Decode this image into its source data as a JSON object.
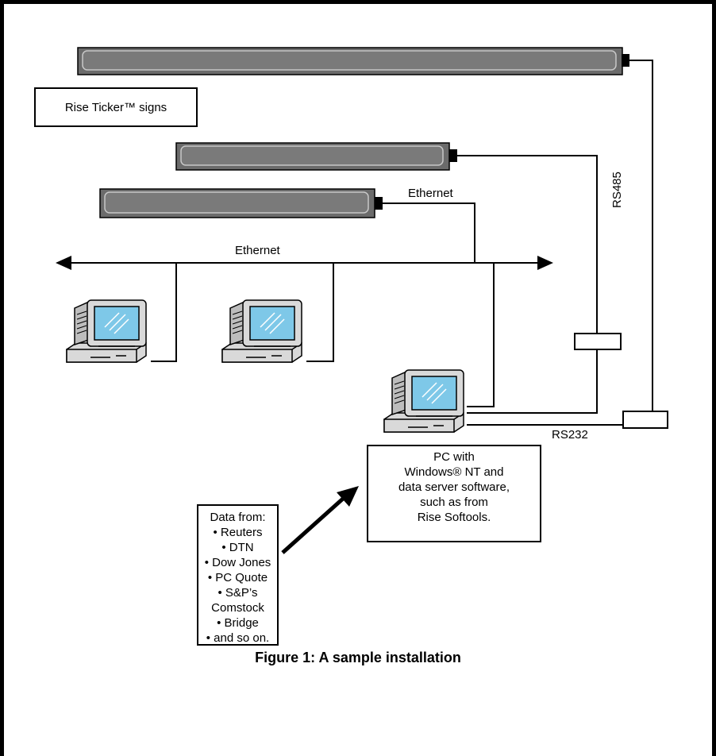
{
  "signs_label": "Rise Ticker™ signs",
  "ethernet_label_top": "Ethernet",
  "ethernet_label_bus": "Ethernet",
  "rs485_label": "RS485",
  "rs232_label": "RS232",
  "pc_box_lines": [
    "PC with",
    "Windows® NT and",
    "data server software,",
    "such as from",
    "Rise Softools."
  ],
  "data_box_lines": [
    "Data from:",
    "• Reuters",
    "• DTN",
    "• Dow Jones",
    "• PC Quote",
    "• S&P’s Comstock",
    "• Bridge",
    "• and so on."
  ],
  "caption": "Figure 1: A sample installation",
  "colors": {
    "sign_fill": "#6b6b6b",
    "sign_shadow": "#a8a8a8",
    "monitor_screen": "#7ec8e8",
    "monitor_body": "#d9d9d9",
    "line": "#000000"
  }
}
